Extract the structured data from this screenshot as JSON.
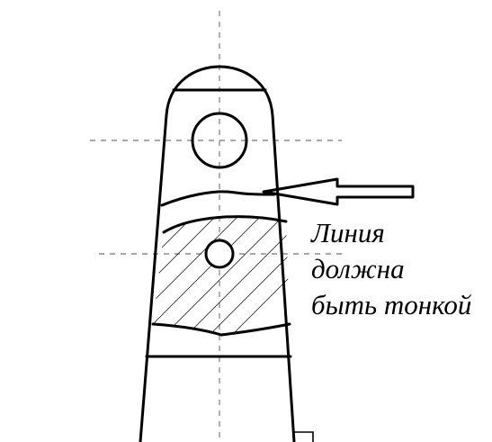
{
  "annotation": {
    "lines": [
      "Линия",
      "должна",
      "быть тонкой"
    ]
  },
  "colors": {
    "stroke": "#000000",
    "background": "#ffffff",
    "centerline": "#555555"
  }
}
